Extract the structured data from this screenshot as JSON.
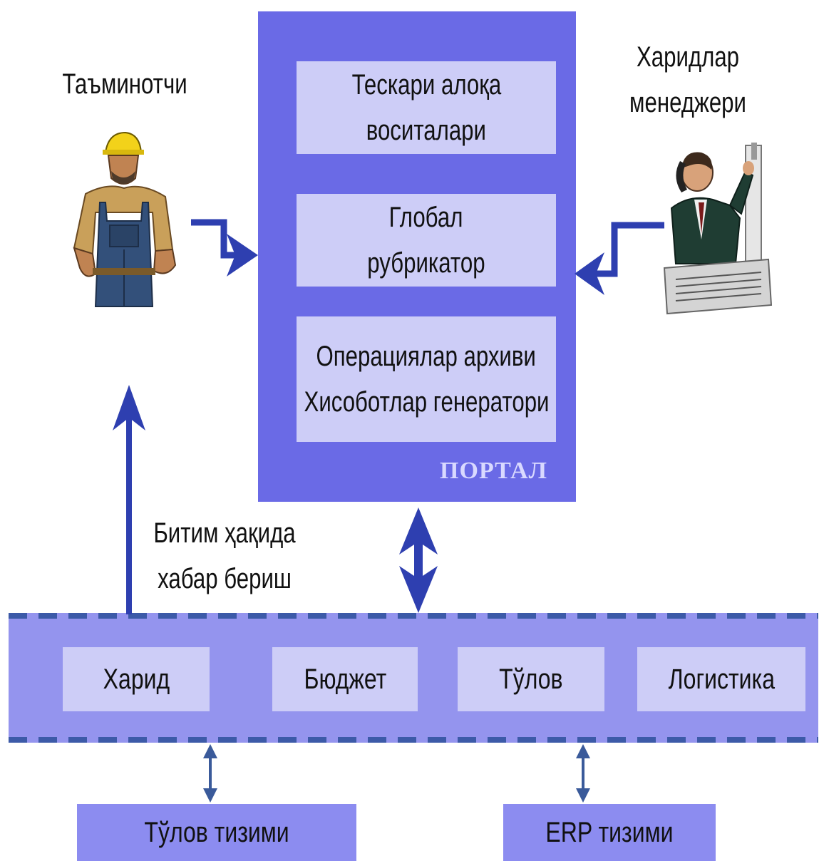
{
  "supplier_label": "Таъминотчи",
  "manager_label": [
    "Харидлар",
    "менеджери"
  ],
  "portal": {
    "label": "ПОРТАЛ",
    "blocks": [
      [
        "Тескари алоқа",
        "воситалари"
      ],
      [
        "Глобал",
        "рубрикатор"
      ],
      [
        "Операциялар архиви",
        "Хисоботлар генератори"
      ]
    ]
  },
  "notify_label": [
    "Битим ҳақида",
    "хабар бериш"
  ],
  "modules": [
    "Харид",
    "Бюджет",
    "Тўлов",
    "Логистика"
  ],
  "external": [
    "Тўлов тизими",
    "ERP тизими"
  ],
  "colors": {
    "portal": "#6a6ae6",
    "block": "#cdcdf7",
    "bus": "#9494ee",
    "arrow": "#2e3fb0"
  }
}
